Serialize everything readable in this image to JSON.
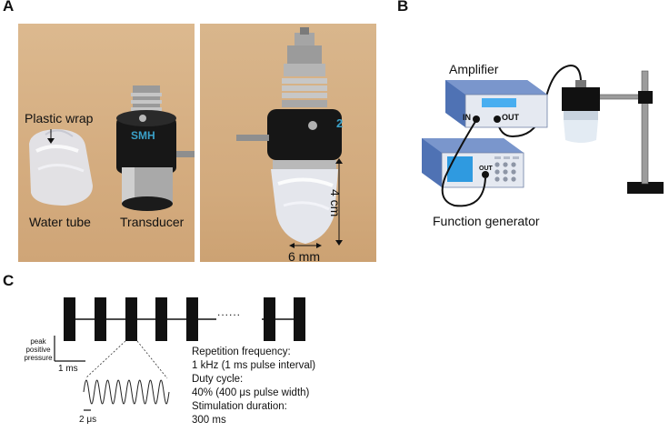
{
  "panels": {
    "a": "A",
    "b": "B",
    "c": "C"
  },
  "panelA": {
    "left_photo": {
      "plastic_wrap": "Plastic wrap",
      "water_tube": "Water tube",
      "transducer": "Transducer",
      "housing_text": "SMH"
    },
    "right_photo": {
      "height_label": "4 cm",
      "width_label": "6 mm",
      "housing_text": "2"
    }
  },
  "panelB": {
    "amplifier": "Amplifier",
    "function_generator": "Function generator",
    "amp_in": "IN",
    "amp_out": "OUT",
    "fg_out": "OUT"
  },
  "panelC": {
    "pressure_label": [
      "peak",
      "positive",
      "pressure"
    ],
    "time_scale": "1 ms",
    "micro_scale": "2 μs",
    "dots": "......",
    "params": [
      "Repetition frequency:",
      "1 kHz (1 ms pulse interval)",
      "Duty cycle:",
      "40% (400 μs pulse width)",
      "Stimulation duration:",
      "300 ms"
    ]
  },
  "colors": {
    "photo_bg": "#d8b48a",
    "device_blue": "#3b62a8",
    "screen_blue": "#2f9ae0",
    "black": "#111111"
  }
}
